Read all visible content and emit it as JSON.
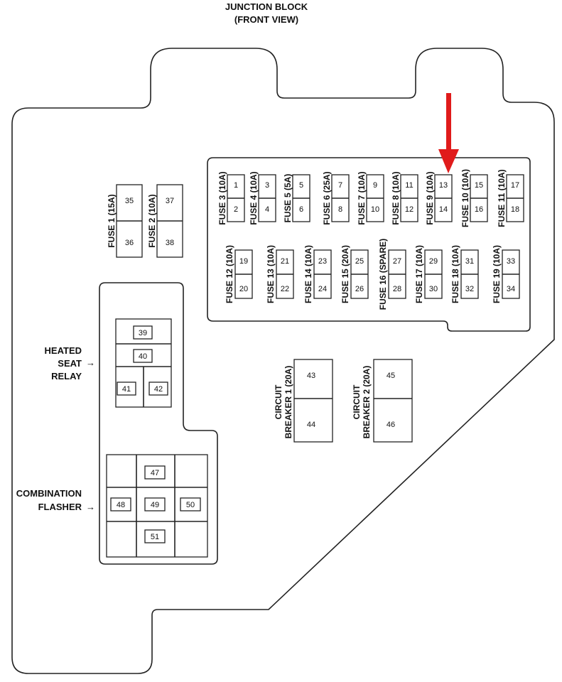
{
  "title": {
    "line1": "JUNCTION BLOCK",
    "line2": "(FRONT VIEW)"
  },
  "left_fuses": [
    {
      "label": "FUSE 1 (15A)",
      "top": "35",
      "bottom": "36"
    },
    {
      "label": "FUSE 2 (10A)",
      "top": "37",
      "bottom": "38"
    }
  ],
  "fuse_row1": [
    {
      "label": "FUSE 3 (10A)",
      "top": "1",
      "bottom": "2"
    },
    {
      "label": "FUSE 4 (10A)",
      "top": "3",
      "bottom": "4"
    },
    {
      "label": "FUSE 5 (5A)",
      "top": "5",
      "bottom": "6"
    },
    {
      "label": "FUSE 6 (25A)",
      "top": "7",
      "bottom": "8"
    },
    {
      "label": "FUSE 7 (10A)",
      "top": "9",
      "bottom": "10"
    },
    {
      "label": "FUSE 8 (10A)",
      "top": "11",
      "bottom": "12"
    },
    {
      "label": "FUSE 9 (10A)",
      "top": "13",
      "bottom": "14"
    },
    {
      "label": "FUSE 10 (10A)",
      "top": "15",
      "bottom": "16"
    },
    {
      "label": "FUSE 11 (10A)",
      "top": "17",
      "bottom": "18"
    }
  ],
  "fuse_row2": [
    {
      "label": "FUSE 12 (10A)",
      "top": "19",
      "bottom": "20"
    },
    {
      "label": "FUSE 13 (10A)",
      "top": "21",
      "bottom": "22"
    },
    {
      "label": "FUSE 14 (10A)",
      "top": "23",
      "bottom": "24"
    },
    {
      "label": "FUSE 15 (20A)",
      "top": "25",
      "bottom": "26"
    },
    {
      "label": "FUSE 16 (SPARE)",
      "top": "27",
      "bottom": "28"
    },
    {
      "label": "FUSE 17 (10A)",
      "top": "29",
      "bottom": "30"
    },
    {
      "label": "FUSE 18 (10A)",
      "top": "31",
      "bottom": "32"
    },
    {
      "label": "FUSE 19 (10A)",
      "top": "33",
      "bottom": "34"
    }
  ],
  "heated_seat_relay": {
    "label_lines": [
      "HEATED",
      "SEAT",
      "RELAY"
    ],
    "arrow": "→",
    "terminals": [
      "39",
      "40",
      "41",
      "42"
    ]
  },
  "circuit_breakers": [
    {
      "line1": "CIRCUIT",
      "line2": "BREAKER 1 (20A)",
      "top": "43",
      "bottom": "44"
    },
    {
      "line1": "CIRCUIT",
      "line2": "BREAKER 2 (20A)",
      "top": "45",
      "bottom": "46"
    }
  ],
  "combination_flasher": {
    "label_lines": [
      "COMBINATION",
      "FLASHER"
    ],
    "arrow": "→",
    "terminals": [
      "47",
      "48",
      "49",
      "50",
      "51"
    ]
  },
  "highlight_color": "#e01b1b"
}
